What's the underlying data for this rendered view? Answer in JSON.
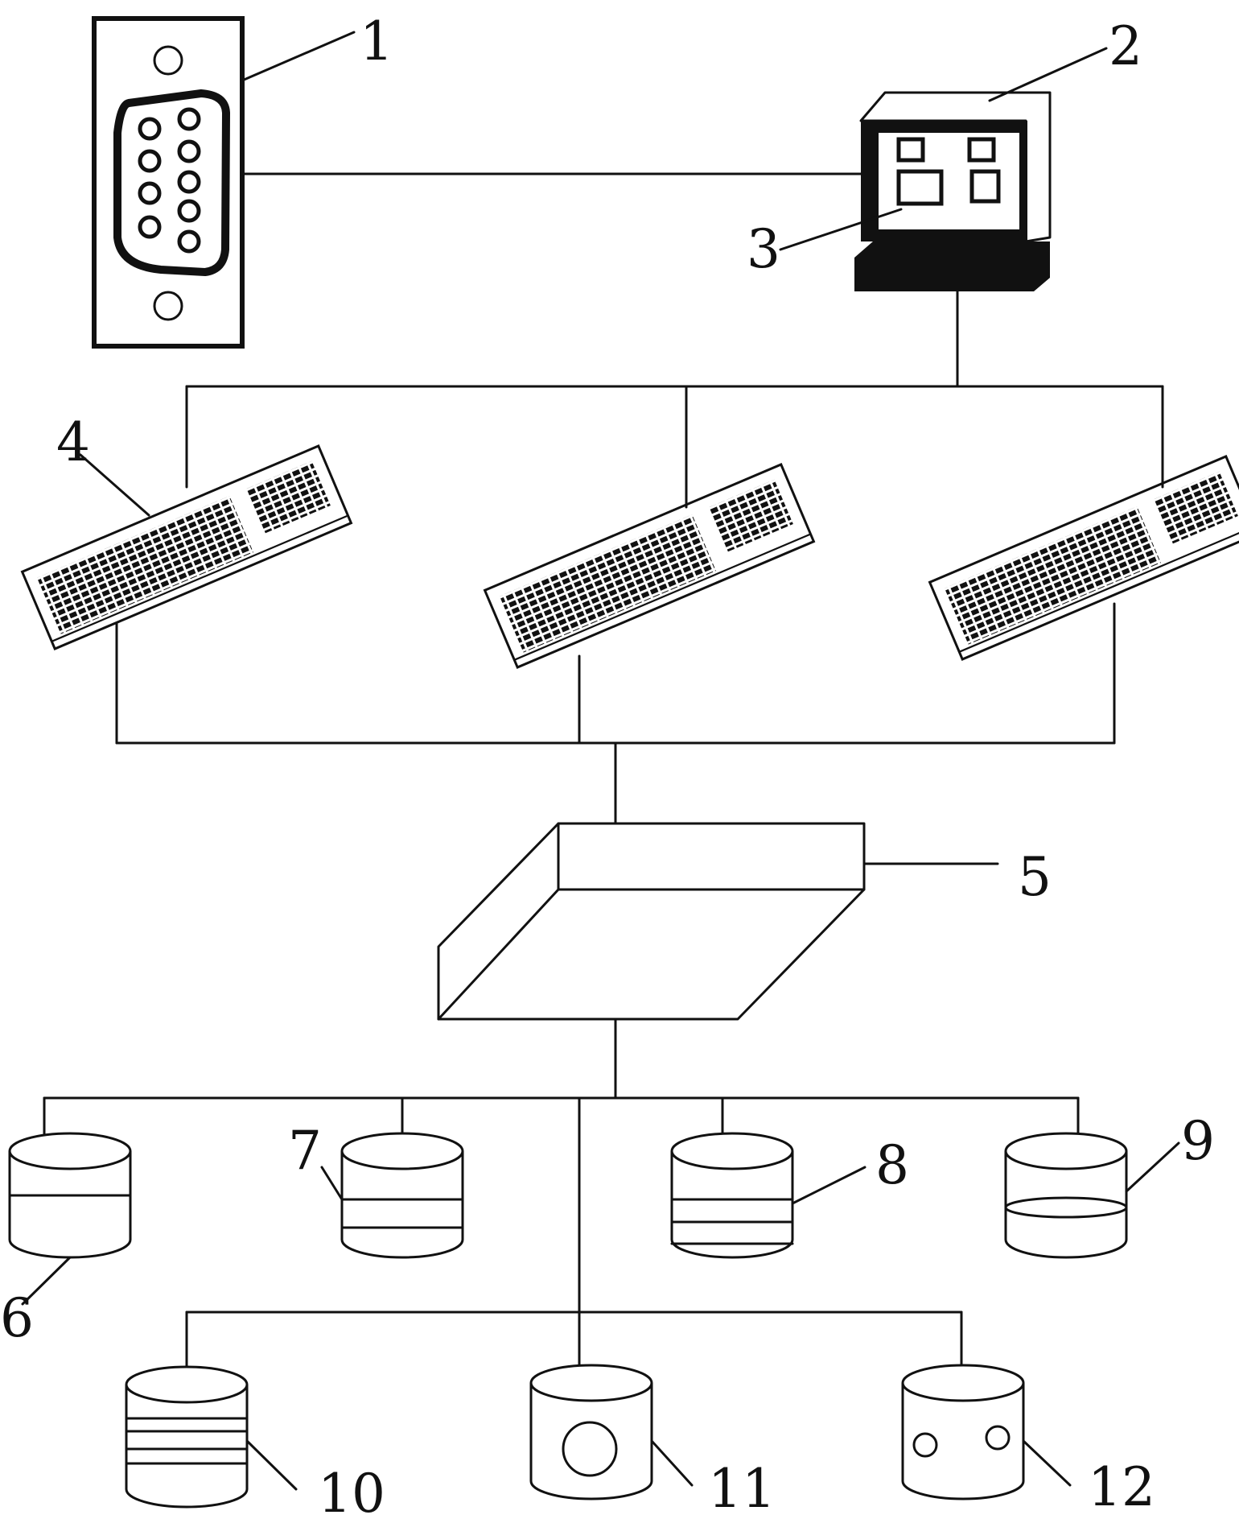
{
  "labels": {
    "connector": "1",
    "computer": "2",
    "screen": "3",
    "keyboard": "4",
    "switch": "5",
    "drum6": "6",
    "drum7": "7",
    "drum8": "8",
    "drum9": "9",
    "drum10": "10",
    "drum11": "11",
    "drum12": "12"
  },
  "colors": {
    "line": "#111111",
    "background": "#ffffff"
  },
  "icons": {
    "connector": "db9-serial-port-icon",
    "computer": "desktop-computer-icon",
    "keyboard": "keyboard-icon",
    "switch": "network-switch-icon",
    "storage": "cylinder-storage-icon"
  }
}
